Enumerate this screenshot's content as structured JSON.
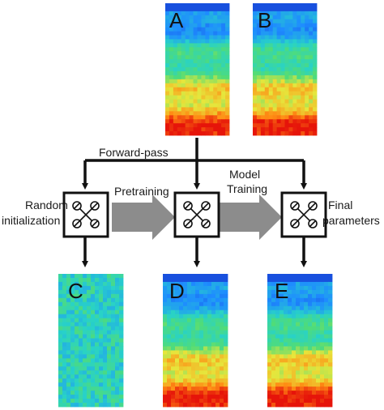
{
  "panels": {
    "a": {
      "letter": "A",
      "pattern": "spectrogram"
    },
    "b": {
      "letter": "B",
      "pattern": "spectrogram"
    },
    "c": {
      "letter": "C",
      "pattern": "noise"
    },
    "d": {
      "letter": "D",
      "pattern": "spectrogram"
    },
    "e": {
      "letter": "E",
      "pattern": "spectrogram"
    }
  },
  "labels": {
    "forward_pass": "Forward-pass",
    "random_initialization": [
      "Random",
      "initialization"
    ],
    "pretraining": "Pretraining",
    "model_training": [
      "Model",
      "Training"
    ],
    "final_parameters": [
      "Final",
      "parameters"
    ]
  },
  "network_icon": "network-icon",
  "colors": {
    "arrow": "#111111",
    "big_arrow": "#8c8c8c",
    "box_border": "#111111",
    "heat_low": "#1e64ff",
    "heat_mid": "#3cdc8c",
    "heat_high": "#ff1e00"
  }
}
